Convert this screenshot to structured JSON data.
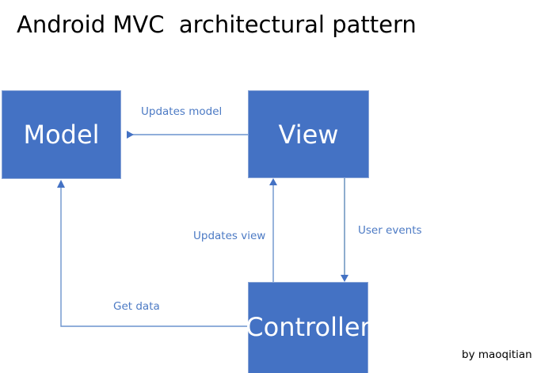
{
  "diagram": {
    "title": "Android MVC  architectural pattern",
    "credit": "by maoqitian",
    "colors": {
      "node_fill": "#4472C4",
      "node_border": "#89A4D6",
      "node_text": "#FFFFFF",
      "edge_line": "#5B8DC8",
      "edge_label_text": "#4C7AC4",
      "title_text": "#000000",
      "background": "#FFFFFF"
    },
    "nodes": [
      {
        "id": "model",
        "label": "Model"
      },
      {
        "id": "view",
        "label": "View"
      },
      {
        "id": "controller",
        "label": "Controller"
      }
    ],
    "edges": [
      {
        "id": "view-to-model",
        "label": "Updates model",
        "from": "view",
        "to": "model",
        "direction": "left"
      },
      {
        "id": "controller-to-view",
        "label": "Updates view",
        "from": "controller",
        "to": "view",
        "direction": "up"
      },
      {
        "id": "view-to-controller",
        "label": "User events",
        "from": "view",
        "to": "controller",
        "direction": "down"
      },
      {
        "id": "controller-to-model",
        "label": "Get data",
        "from": "controller",
        "to": "model",
        "direction": "up"
      }
    ]
  },
  "chart_data": {
    "type": "diagram",
    "title": "Android MVC  architectural pattern",
    "nodes": [
      "Model",
      "View",
      "Controller"
    ],
    "edges": [
      {
        "source": "View",
        "target": "Model",
        "label": "Updates model"
      },
      {
        "source": "Controller",
        "target": "View",
        "label": "Updates view"
      },
      {
        "source": "View",
        "target": "Controller",
        "label": "User events"
      },
      {
        "source": "Controller",
        "target": "Model",
        "label": "Get data"
      }
    ]
  }
}
